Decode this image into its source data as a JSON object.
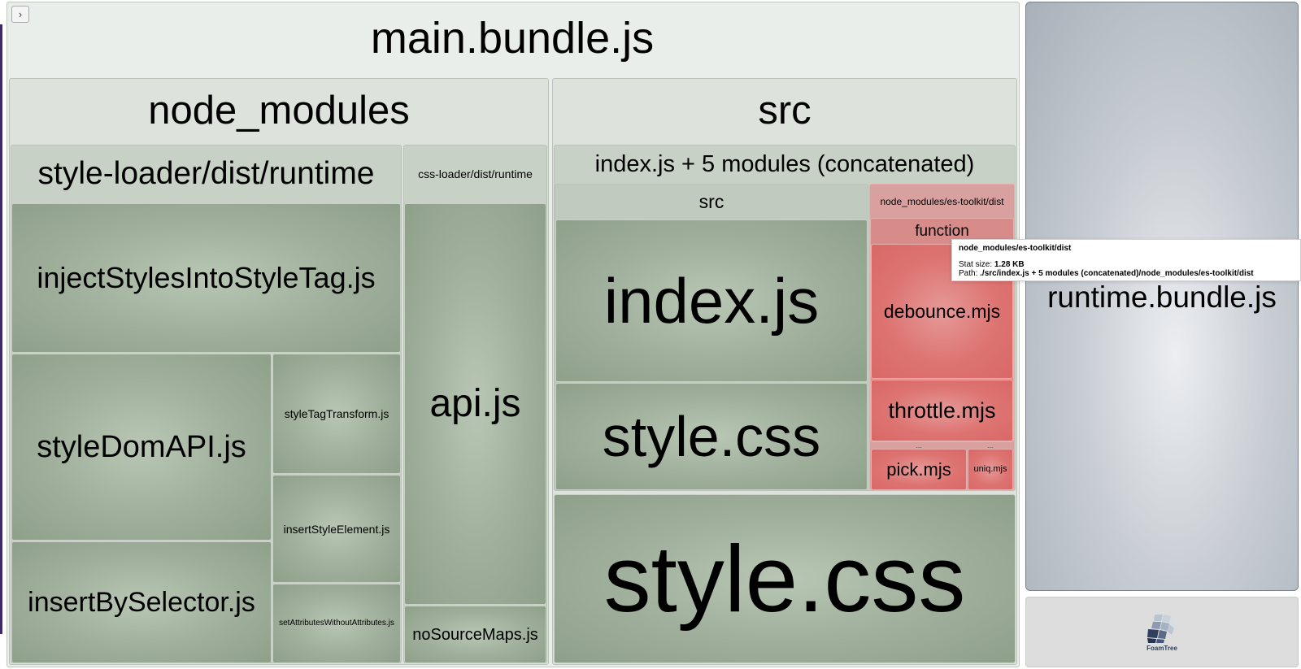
{
  "toggle": {
    "icon": "chevron-right-icon",
    "glyph": "›"
  },
  "main": {
    "title": "main.bundle.js"
  },
  "node_modules": {
    "title": "node_modules",
    "style_loader": {
      "title": "style-loader/dist/runtime",
      "files": {
        "injectStyles": "injectStylesIntoStyleTag.js",
        "styleDomAPI": "styleDomAPI.js",
        "styleTagTransform": "styleTagTransform.js",
        "insertStyleElement": "insertStyleElement.js",
        "insertBySelector": "insertBySelector.js",
        "setAttributes": "setAttributesWithoutAttributes.js"
      }
    },
    "css_loader": {
      "title": "css-loader/dist/runtime",
      "files": {
        "api": "api.js",
        "noSourceMaps": "noSourceMaps.js"
      }
    }
  },
  "src": {
    "title": "src",
    "concat": {
      "title": "index.js + 5 modules (concatenated)",
      "src_group": {
        "title": "src",
        "index": "index.js",
        "style": "style.css"
      },
      "es_toolkit": {
        "title": "node_modules/es-toolkit/dist",
        "function": {
          "title": "function",
          "debounce": "debounce.mjs",
          "throttle": "throttle.mjs"
        },
        "dots_left": "...",
        "dots_right": "...",
        "pick": "pick.mjs",
        "uniq": "uniq.mjs"
      }
    },
    "style": "style.css"
  },
  "runtime": {
    "title": "runtime.bundle.js"
  },
  "foamtree": {
    "label": "FoamTree"
  },
  "tooltip": {
    "title": "node_modules/es-toolkit/dist",
    "stat_label": "Stat size:",
    "stat_value": "1.28 KB",
    "path_label": "Path:",
    "path_value": "./src/index.js + 5 modules (concatenated)/node_modules/es-toolkit/dist"
  },
  "colors": {
    "green_leaf": "#9eae9a",
    "red_leaf": "#dd7472",
    "runtime": "#c8cdd3"
  }
}
